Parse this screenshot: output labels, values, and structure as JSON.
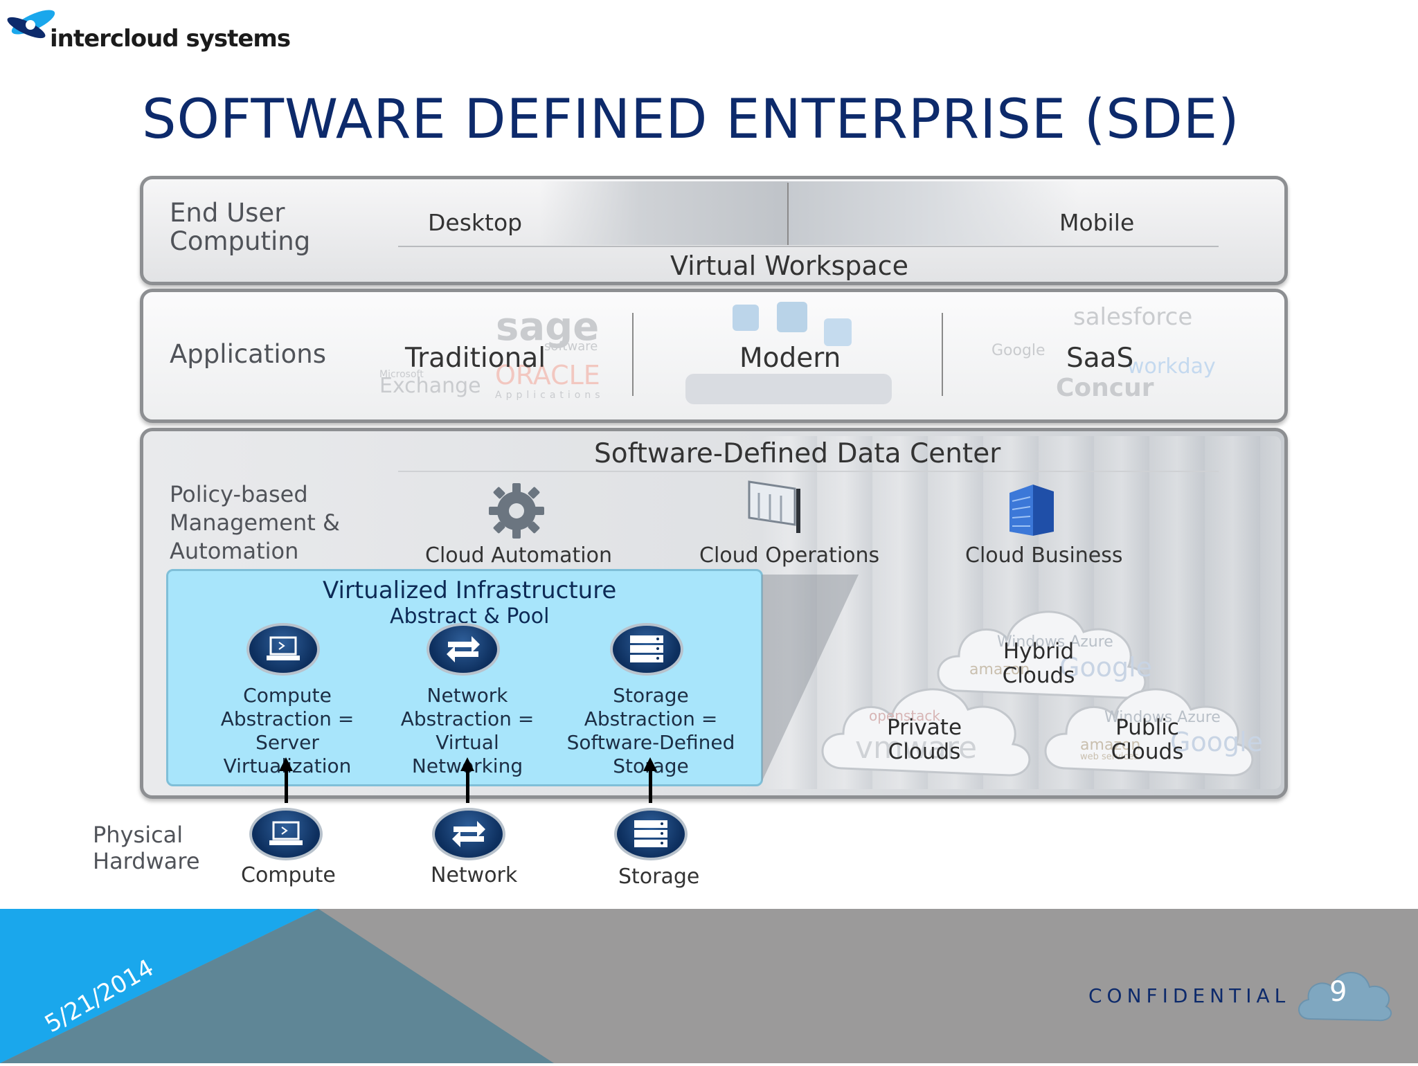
{
  "header": {
    "logo_text": "intercloud systems",
    "title": "SOFTWARE DEFINED ENTERPRISE (SDE)"
  },
  "end_user": {
    "label_line1": "End User",
    "label_line2": "Computing",
    "desktop": "Desktop",
    "mobile": "Mobile",
    "workspace": "Virtual Workspace"
  },
  "applications": {
    "label": "Applications",
    "traditional": "Traditional",
    "modern": "Modern",
    "saas": "SaaS",
    "brand_sage": "sage",
    "brand_software": "software",
    "brand_oracle": "ORACLE",
    "brand_applications": "Applications",
    "brand_microsoft": "Microsoft",
    "brand_exchange": "Exchange",
    "brand_salesforce": "salesforce",
    "brand_google": "Google",
    "brand_workday": "workday",
    "brand_concur": "Concur"
  },
  "sddc": {
    "title": "Software-Defined Data Center",
    "policy_line1": "Policy-based",
    "policy_line2": "Management &",
    "policy_line3": "Automation",
    "cloud_automation": "Cloud Automation",
    "cloud_operations": "Cloud Operations",
    "cloud_business": "Cloud Business"
  },
  "virtualized": {
    "title": "Virtualized Infrastructure",
    "subtitle": "Abstract & Pool",
    "compute": [
      "Compute",
      "Abstraction =",
      "Server",
      "Virtualization"
    ],
    "network": [
      "Network",
      "Abstraction =",
      "Virtual",
      "Networking"
    ],
    "storage": [
      "Storage",
      "Abstraction =",
      "Software-Defined",
      "Storage"
    ]
  },
  "clouds": {
    "hybrid": [
      "Hybrid",
      "Clouds"
    ],
    "private": [
      "Private",
      "Clouds"
    ],
    "public": [
      "Public",
      "Clouds"
    ],
    "brand_windows_azure": "Windows Azure",
    "brand_amazon": "amazon",
    "brand_web_services": "web services",
    "brand_google": "Google",
    "brand_openstack": "openstack",
    "brand_vmware": "vmware"
  },
  "physical": {
    "label_line1": "Physical",
    "label_line2": "Hardware",
    "compute": "Compute",
    "network": "Network",
    "storage": "Storage"
  },
  "footer": {
    "confidential": "CONFIDENTIAL",
    "page": "9",
    "date": "5/21/2014"
  },
  "colors": {
    "title_blue": "#0d2a6b",
    "accent_cyan": "#1aa7ec",
    "footer_gray": "#9b9a9a",
    "vbox": "#a8e5fb"
  }
}
